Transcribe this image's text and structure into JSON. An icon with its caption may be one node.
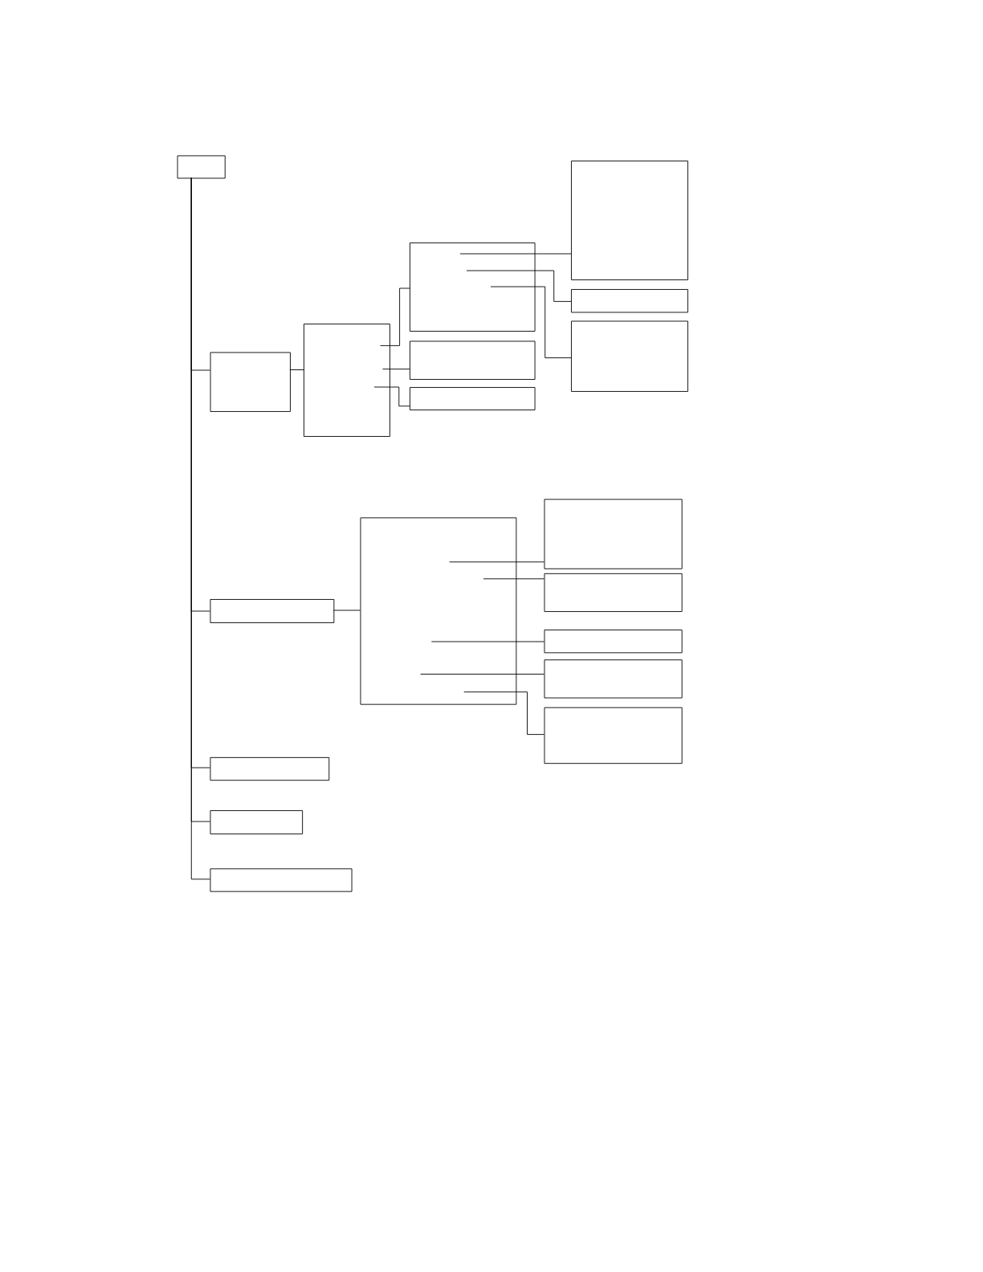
{
  "diagram": {
    "nodes": [
      {
        "text": [],
        "shape": "box"
      },
      {
        "text": [],
        "shape": "box"
      },
      {
        "text": [],
        "shape": "box"
      },
      {
        "text": [],
        "shape": "box"
      },
      {
        "text": [],
        "shape": "box"
      },
      {
        "text": [],
        "shape": "box"
      },
      {
        "text": [],
        "shape": "box"
      },
      {
        "text": [],
        "shape": "box"
      },
      {
        "text": [],
        "shape": "box"
      },
      {
        "text": [],
        "shape": "box"
      },
      {
        "text": [],
        "shape": "box"
      },
      {
        "text": [],
        "shape": "box"
      },
      {
        "text": [],
        "shape": "box"
      },
      {
        "text": [],
        "shape": "box"
      },
      {
        "text": [],
        "shape": "box"
      },
      {
        "text": [],
        "shape": "box"
      },
      {
        "text": [],
        "shape": "box"
      },
      {
        "text": [],
        "shape": "box"
      },
      {
        "text": [],
        "shape": "box"
      }
    ],
    "edges": [
      {
        "from": 0,
        "to": 1,
        "arrow": "none"
      },
      {
        "from": 0,
        "to": 9,
        "arrow": "none"
      },
      {
        "from": 0,
        "to": 16,
        "arrow": "none"
      },
      {
        "from": 0,
        "to": 17,
        "arrow": "none"
      },
      {
        "from": 0,
        "to": 18,
        "arrow": "none"
      },
      {
        "from": 1,
        "to": 2,
        "arrow": "none"
      },
      {
        "from": 2,
        "to": 3,
        "arrow": "none"
      },
      {
        "from": 2,
        "to": 4,
        "arrow": "none"
      },
      {
        "from": 2,
        "to": 5,
        "arrow": "none"
      },
      {
        "from": 3,
        "to": 6,
        "arrow": "none"
      },
      {
        "from": 3,
        "to": 7,
        "arrow": "none"
      },
      {
        "from": 3,
        "to": 8,
        "arrow": "none"
      },
      {
        "from": 9,
        "to": 10,
        "arrow": "none"
      },
      {
        "from": 10,
        "to": 11,
        "arrow": "none"
      },
      {
        "from": 10,
        "to": 12,
        "arrow": "none"
      },
      {
        "from": 10,
        "to": 13,
        "arrow": "none"
      },
      {
        "from": 10,
        "to": 14,
        "arrow": "none"
      },
      {
        "from": 10,
        "to": 15,
        "arrow": "none"
      }
    ]
  }
}
